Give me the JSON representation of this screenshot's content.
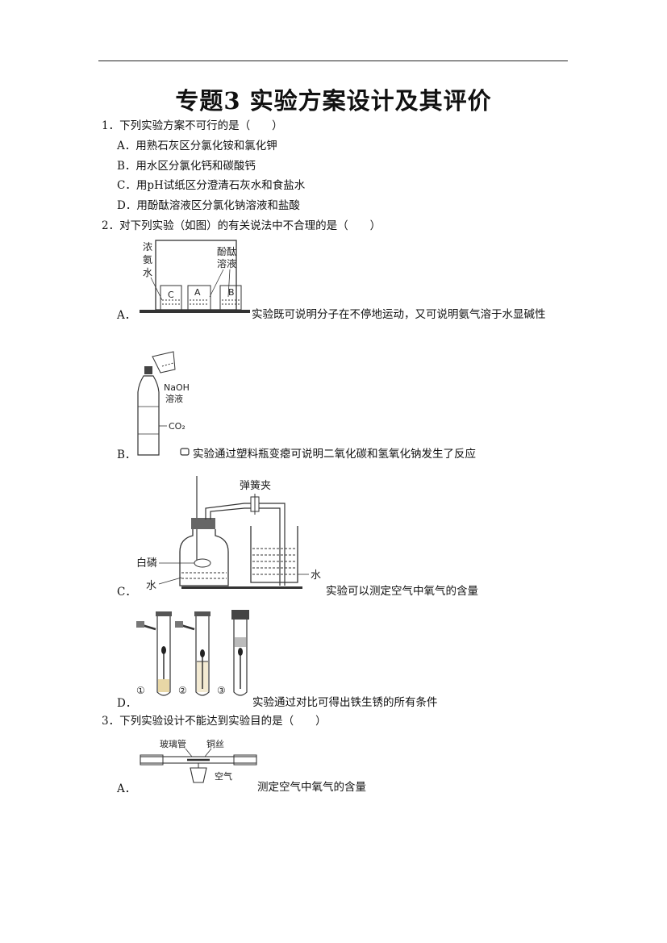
{
  "title": "专题3 实验方案设计及其评价",
  "questions": [
    {
      "stem": "1．下列实验方案不可行的是（　　）",
      "options": [
        "A．用熟石灰区分氯化铵和氯化钾",
        "B．用水区分氯化钙和碳酸钙",
        "C．用pH试纸区分澄清石灰水和食盐水",
        "D．用酚酞溶液区分氯化钠溶液和盐酸"
      ]
    },
    {
      "stem": "2．对下列实验（如图）的有关说法中不合理的是（　　）",
      "options": [
        {
          "letter": "A．",
          "text": "实验既可说明分子在不停地运动，又可说明氨气溶于水显碱性",
          "labels": {
            "conc_ammonia": [
              "浓",
              "氨",
              "水"
            ],
            "phenol": [
              "酚酞",
              "溶液"
            ],
            "beaker_c": "C",
            "beaker_a": "A",
            "beaker_b": "B"
          }
        },
        {
          "letter": "B．",
          "text": "实验通过塑料瓶变瘪可说明二氧化碳和氢氧化钠发生了反应",
          "labels": {
            "naoh": [
              "NaOH",
              "溶液"
            ],
            "co2": "CO₂"
          }
        },
        {
          "letter": "C．",
          "text": "实验可以测定空气中氧气的含量",
          "labels": {
            "clamp": "弹簧夹",
            "phosphorus": "白磷",
            "water_left": "水",
            "water_right": "水"
          }
        },
        {
          "letter": "D．",
          "text": "实验通过对比可得出铁生锈的所有条件",
          "labels": {
            "tube1": "①",
            "tube2": "②",
            "tube3": "③"
          }
        }
      ]
    },
    {
      "stem": "3．下列实验设计不能达到实验目的是（　　）",
      "options": [
        {
          "letter": "A．",
          "text": "测定空气中氧气的含量",
          "labels": {
            "glass_tube": "玻璃管",
            "copper_wire": "铜丝",
            "air": "空气"
          }
        }
      ]
    }
  ]
}
